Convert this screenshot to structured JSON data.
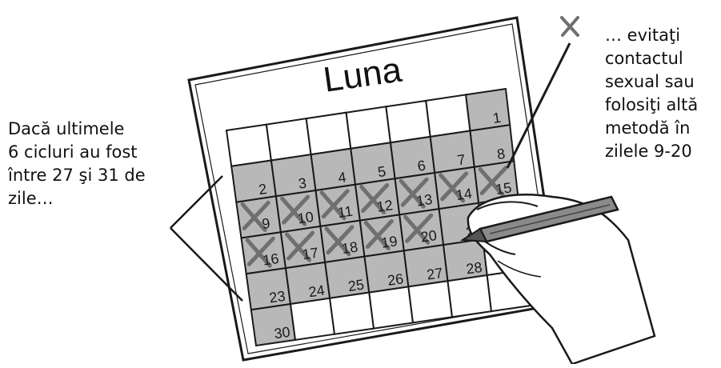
{
  "calendar": {
    "title": "Luna",
    "cells": [
      {
        "day": "1",
        "row": 0,
        "col": 6,
        "shaded": true,
        "crossed": false
      },
      {
        "day": "2",
        "row": 1,
        "col": 0,
        "shaded": true,
        "crossed": false
      },
      {
        "day": "3",
        "row": 1,
        "col": 1,
        "shaded": true,
        "crossed": false
      },
      {
        "day": "4",
        "row": 1,
        "col": 2,
        "shaded": true,
        "crossed": false
      },
      {
        "day": "5",
        "row": 1,
        "col": 3,
        "shaded": true,
        "crossed": false
      },
      {
        "day": "6",
        "row": 1,
        "col": 4,
        "shaded": true,
        "crossed": false
      },
      {
        "day": "7",
        "row": 1,
        "col": 5,
        "shaded": true,
        "crossed": false
      },
      {
        "day": "8",
        "row": 1,
        "col": 6,
        "shaded": true,
        "crossed": false
      },
      {
        "day": "9",
        "row": 2,
        "col": 0,
        "shaded": true,
        "crossed": true
      },
      {
        "day": "10",
        "row": 2,
        "col": 1,
        "shaded": true,
        "crossed": true
      },
      {
        "day": "11",
        "row": 2,
        "col": 2,
        "shaded": true,
        "crossed": true
      },
      {
        "day": "12",
        "row": 2,
        "col": 3,
        "shaded": true,
        "crossed": true
      },
      {
        "day": "13",
        "row": 2,
        "col": 4,
        "shaded": true,
        "crossed": true
      },
      {
        "day": "14",
        "row": 2,
        "col": 5,
        "shaded": true,
        "crossed": true
      },
      {
        "day": "15",
        "row": 2,
        "col": 6,
        "shaded": true,
        "crossed": true
      },
      {
        "day": "16",
        "row": 3,
        "col": 0,
        "shaded": true,
        "crossed": true
      },
      {
        "day": "17",
        "row": 3,
        "col": 1,
        "shaded": true,
        "crossed": true
      },
      {
        "day": "18",
        "row": 3,
        "col": 2,
        "shaded": true,
        "crossed": true
      },
      {
        "day": "19",
        "row": 3,
        "col": 3,
        "shaded": true,
        "crossed": true
      },
      {
        "day": "20",
        "row": 3,
        "col": 4,
        "shaded": true,
        "crossed": true
      },
      {
        "day": "2",
        "row": 3,
        "col": 5,
        "shaded": true,
        "crossed": false
      },
      {
        "day": "23",
        "row": 4,
        "col": 0,
        "shaded": true,
        "crossed": false
      },
      {
        "day": "24",
        "row": 4,
        "col": 1,
        "shaded": true,
        "crossed": false
      },
      {
        "day": "25",
        "row": 4,
        "col": 2,
        "shaded": true,
        "crossed": false
      },
      {
        "day": "26",
        "row": 4,
        "col": 3,
        "shaded": true,
        "crossed": false
      },
      {
        "day": "27",
        "row": 4,
        "col": 4,
        "shaded": true,
        "crossed": false
      },
      {
        "day": "28",
        "row": 4,
        "col": 5,
        "shaded": true,
        "crossed": false
      },
      {
        "day": "30",
        "row": 5,
        "col": 0,
        "shaded": true,
        "crossed": false
      }
    ]
  },
  "left_note": {
    "lines": [
      "Dacă ultimele",
      "6 cicluri au fost",
      "între 27 şi 31 de",
      "zile…"
    ]
  },
  "right_note": {
    "lines": [
      "… evitaţi",
      "contactul",
      "sexual sau",
      "folosiţi altă",
      "metodă în",
      "zilele 9-20"
    ]
  },
  "colors": {
    "shade": "#b8b8b8",
    "ink": "#1a1a1a",
    "cross": "#6f6f6f",
    "paper": "#ffffff"
  }
}
